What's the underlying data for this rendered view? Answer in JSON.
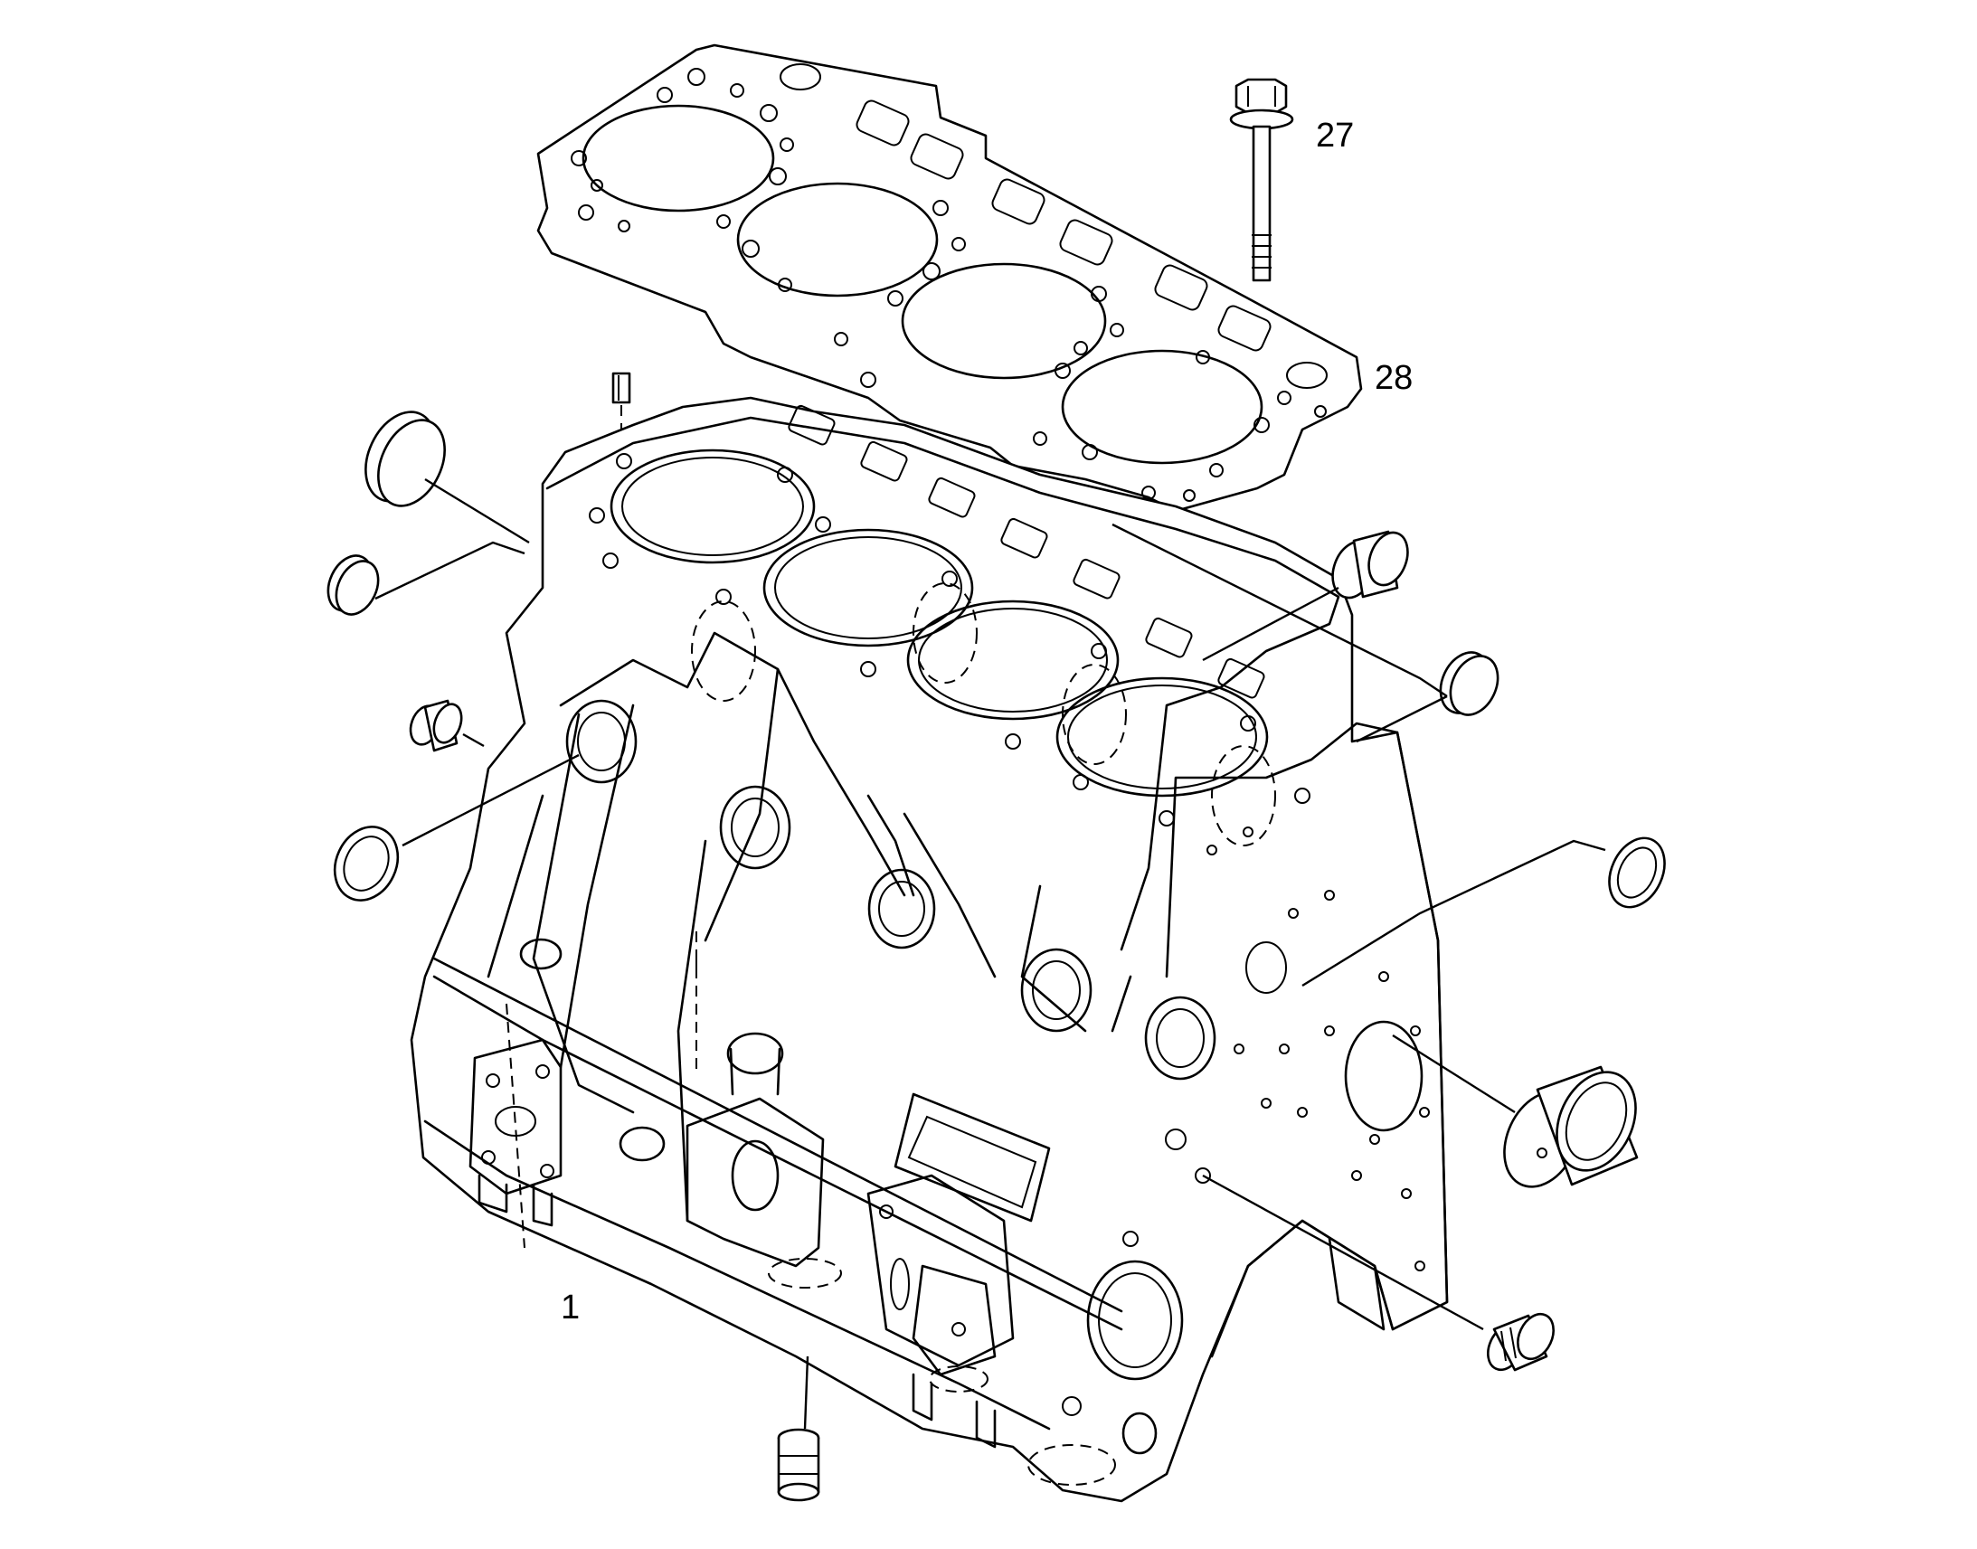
{
  "callouts": {
    "engine_block": "1",
    "head_bolt": "27",
    "head_gasket": "28"
  }
}
